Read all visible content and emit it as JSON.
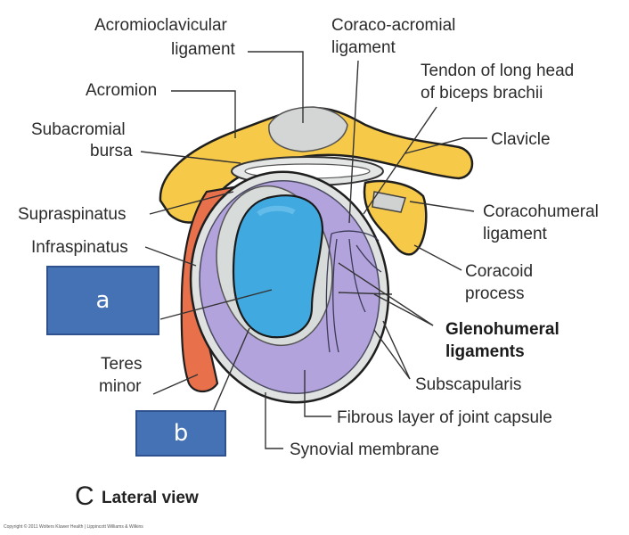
{
  "figure": {
    "caption_letter": "C",
    "caption_title": "Lateral view",
    "copyright": "Copyright © 2011 Wolters Kluwer Health | Lippincott Williams & Wilkins"
  },
  "labels": {
    "acromioclavicular_line1": "Acromioclavicular",
    "acromioclavicular_line2": "ligament",
    "acromion": "Acromion",
    "subacromial_line1": "Subacromial",
    "subacromial_line2": "bursa",
    "supraspinatus": "Supraspinatus",
    "infraspinatus": "Infraspinatus",
    "teres_line1": "Teres",
    "teres_line2": "minor",
    "coracoacromial_line1": "Coraco-acromial",
    "coracoacromial_line2": "ligament",
    "biceps_line1": "Tendon of long head",
    "biceps_line2": "of biceps brachii",
    "clavicle": "Clavicle",
    "coracohumeral_line1": "Coracohumeral",
    "coracohumeral_line2": "ligament",
    "coracoid_line1": "Coracoid",
    "coracoid_line2": "process",
    "glenohumeral_line1": "Glenohumeral",
    "glenohumeral_line2": "ligaments",
    "subscapularis": "Subscapularis",
    "fibrous_layer": "Fibrous layer of joint capsule",
    "synovial": "Synovial membrane"
  },
  "answer_boxes": {
    "a": "a",
    "b": "b"
  },
  "colors": {
    "bone_yellow": "#f7c948",
    "muscle_orange": "#e8704a",
    "capsule_purple": "#b3a3dc",
    "cartilage_blue": "#3fa9e0",
    "ligament_gray": "#d6d9d8",
    "box_blue": "#4472b4"
  }
}
